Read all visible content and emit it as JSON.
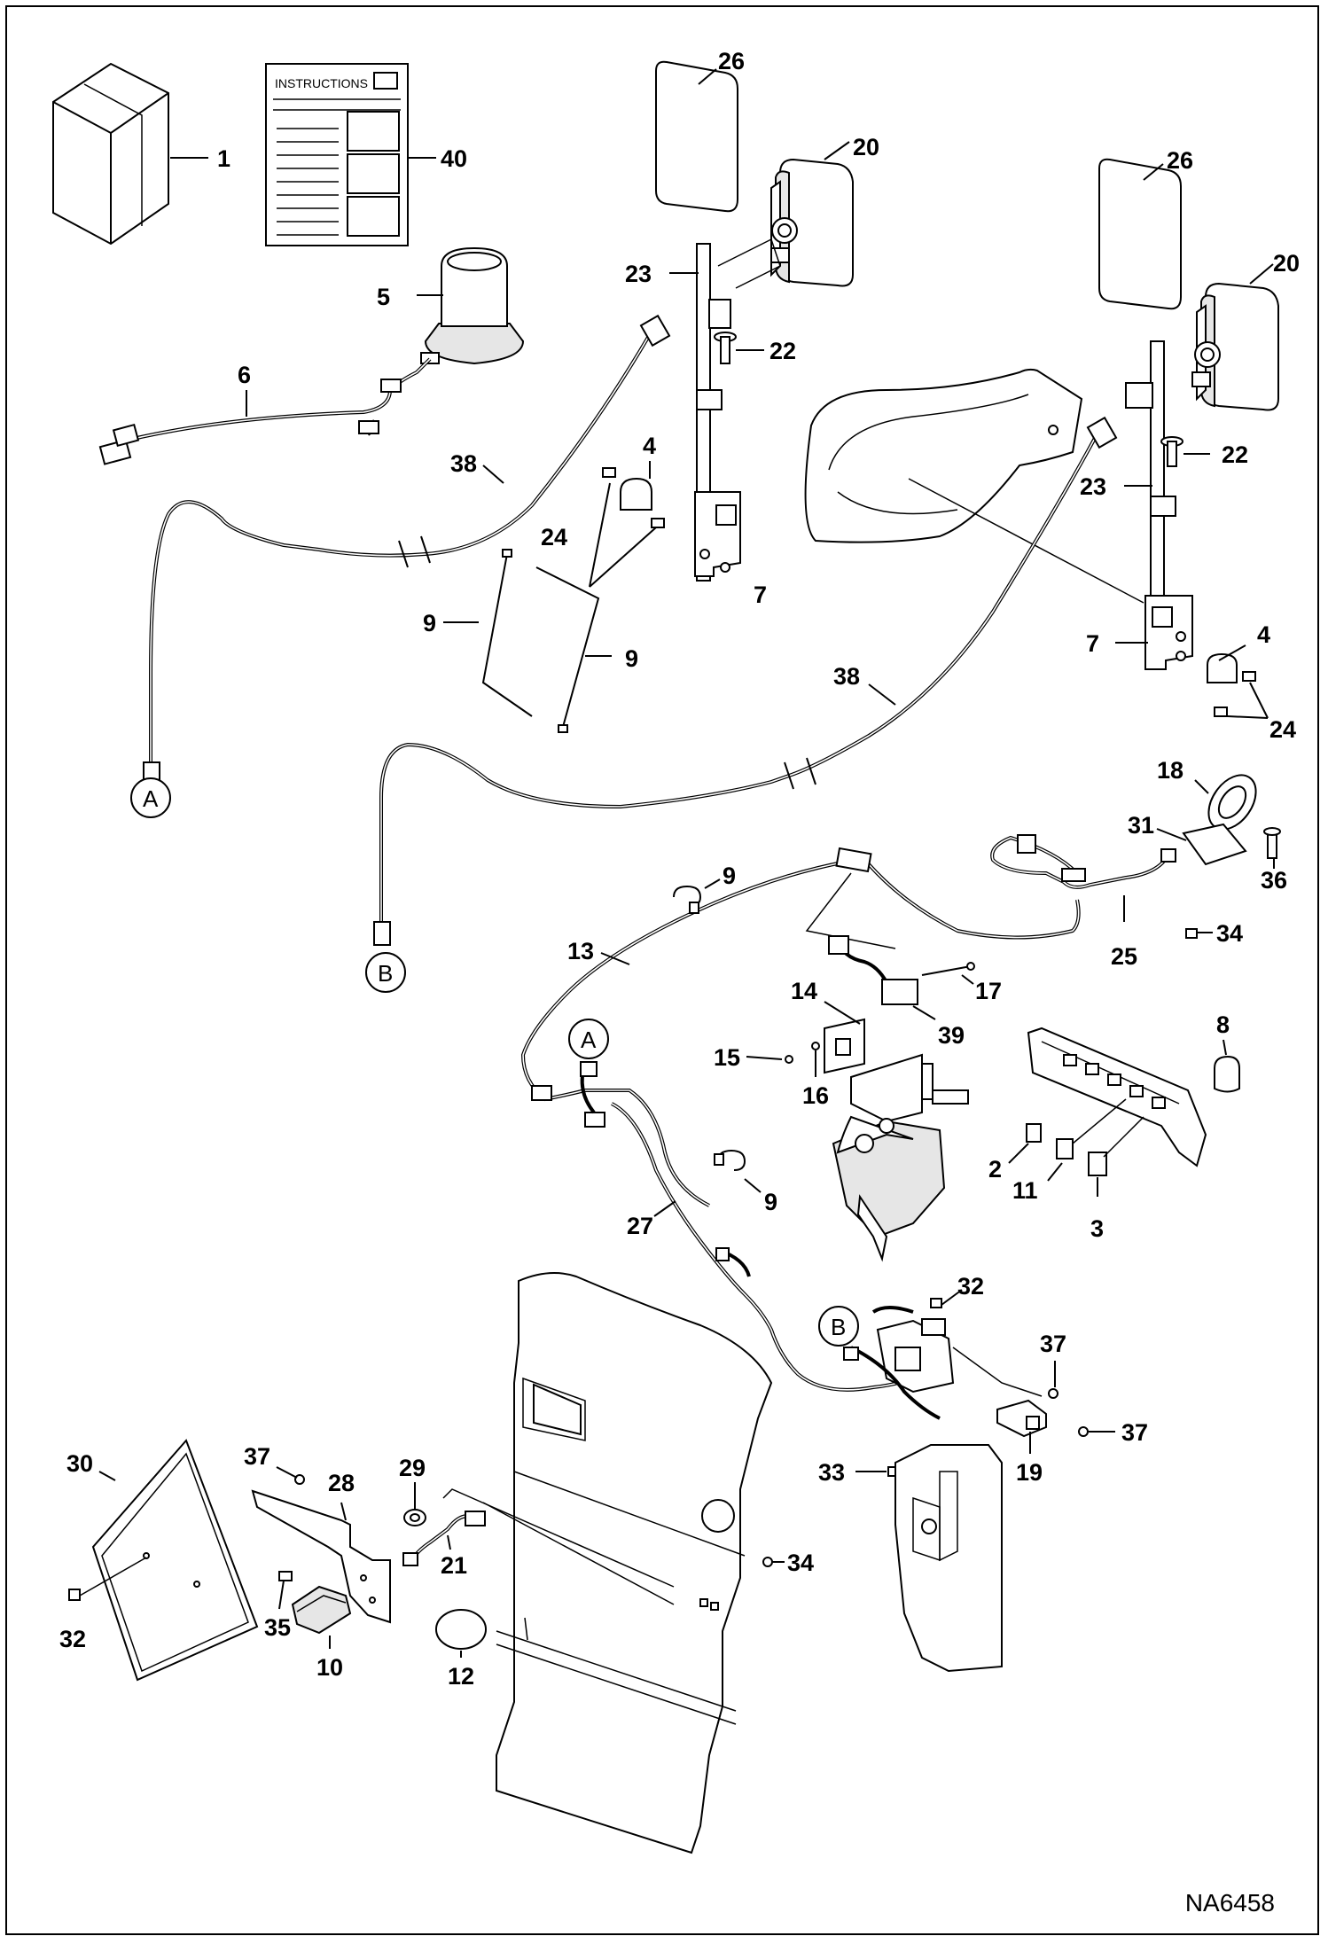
{
  "drawing_code": "NA6458",
  "instructions_label": "INSTRUCTIONS",
  "connectors": {
    "a": "A",
    "b": "B"
  },
  "callouts": {
    "c1": "1",
    "c40": "40",
    "c26a": "26",
    "c20a": "20",
    "c5": "5",
    "c6": "6",
    "c23a": "23",
    "c22a": "22",
    "c38a": "38",
    "c4a": "4",
    "c24a": "24",
    "c7a": "7",
    "c9a": "9",
    "c9b": "9",
    "c26b": "26",
    "c20b": "20",
    "c22b": "22",
    "c23b": "23",
    "c7b": "7",
    "c4b": "4",
    "c24b": "24",
    "c38b": "38",
    "c18": "18",
    "c31": "31",
    "c36": "36",
    "c34a": "34",
    "c25": "25",
    "c9c": "9",
    "c13": "13",
    "c17": "17",
    "c14": "14",
    "c39": "39",
    "c15": "15",
    "c16": "16",
    "c8": "8",
    "c2": "2",
    "c11": "11",
    "c3": "3",
    "c9d": "9",
    "c27": "27",
    "c32a": "32",
    "c37a": "37",
    "c37b": "37",
    "c33": "33",
    "c19": "19",
    "c30": "30",
    "c37c": "37",
    "c28": "28",
    "c29": "29",
    "c21": "21",
    "c34b": "34",
    "c32b": "32",
    "c35": "35",
    "c10": "10",
    "c12": "12"
  }
}
